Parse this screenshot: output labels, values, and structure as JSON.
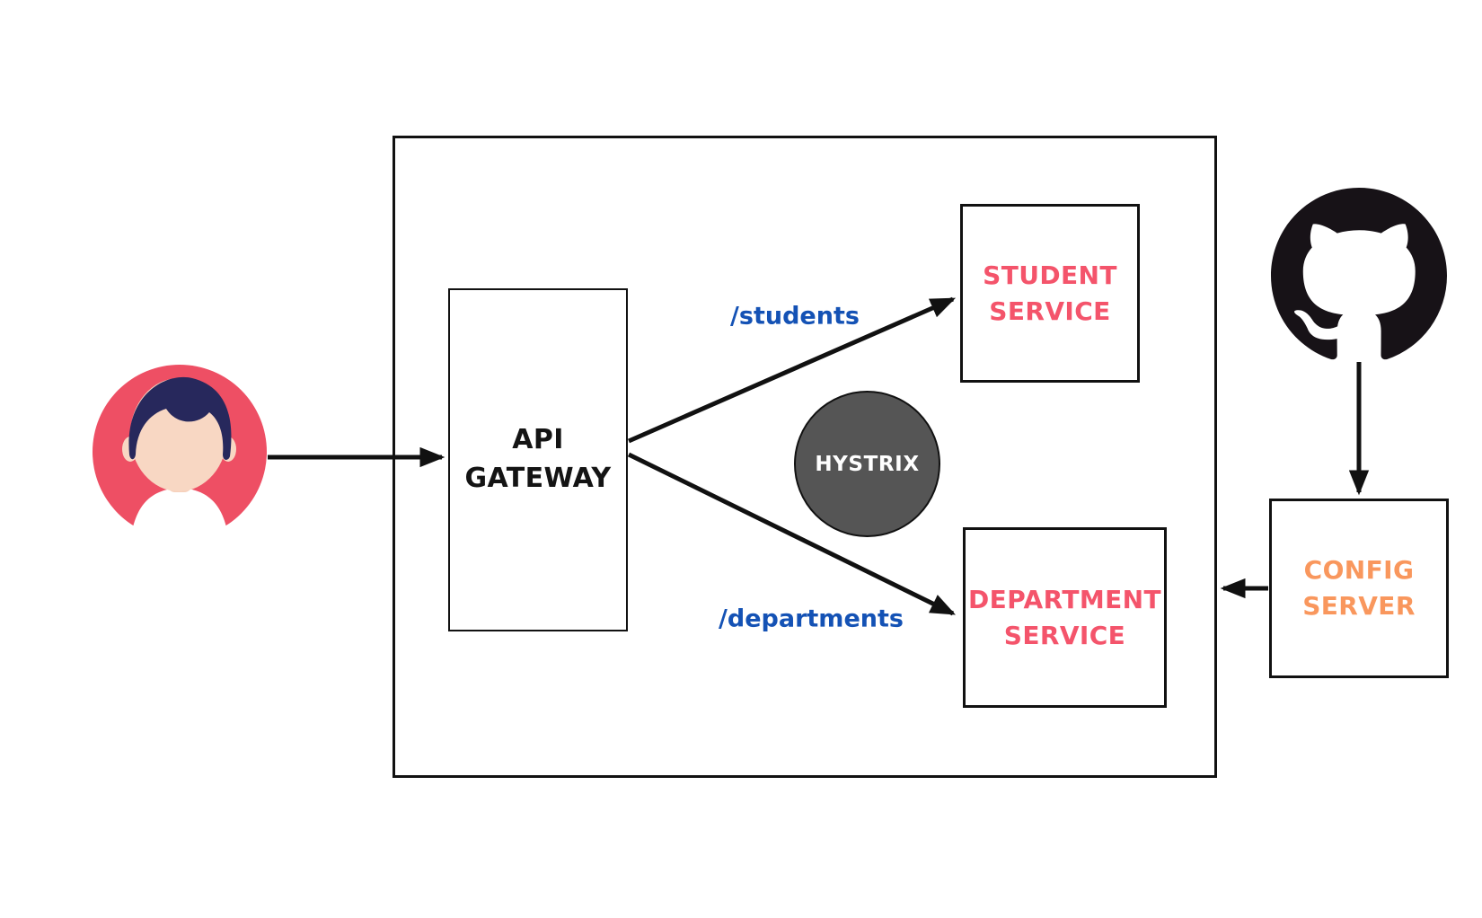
{
  "nodes": {
    "api_gateway": {
      "line1": "API",
      "line2": "GATEWAY"
    },
    "student_service": {
      "line1": "STUDENT",
      "line2": "SERVICE"
    },
    "department_service": {
      "line1": "DEPARTMENT",
      "line2": "SERVICE"
    },
    "config_server": {
      "line1": "CONFIG",
      "line2": "SERVER"
    },
    "hystrix": {
      "label": "HYSTRIX"
    },
    "user": {
      "icon": "user-avatar-icon"
    },
    "github": {
      "icon": "github-octocat-icon"
    }
  },
  "edge_labels": {
    "students_route": "/students",
    "departments_route": "/departments"
  },
  "colors": {
    "service_text_pink": "#F4546B",
    "config_text_orange": "#F9975D",
    "route_label_blue": "#1452B5",
    "hystrix_fill_gray": "#555555",
    "hystrix_text": "#FFFFFF",
    "line_and_border_black": "#111111",
    "github_black": "#171217",
    "avatar_circle_pink": "#EE4F64",
    "avatar_hair_navy": "#27285C",
    "avatar_skin": "#F8D7C3",
    "avatar_shirt_white": "#FFFFFF"
  }
}
